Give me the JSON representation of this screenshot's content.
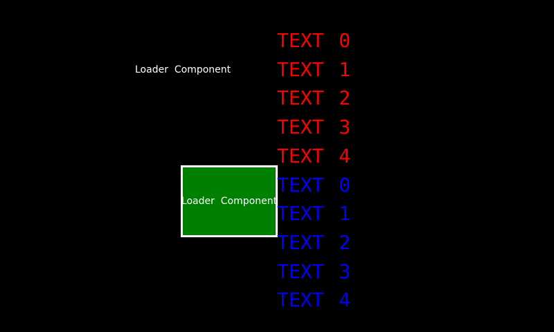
{
  "screen": {
    "background": "#000000"
  },
  "loader_label": {
    "text": "Loader  Component",
    "color": "#ffffff"
  },
  "loader_box": {
    "text": "Loader  Component",
    "fill": "#008000",
    "border_color": "#ffffff",
    "text_color": "#ffffff"
  },
  "text_list": {
    "items": [
      {
        "label": "TEXT 0",
        "color": "#ff0000"
      },
      {
        "label": "TEXT 1",
        "color": "#ff0000"
      },
      {
        "label": "TEXT 2",
        "color": "#ff0000"
      },
      {
        "label": "TEXT 3",
        "color": "#ff0000"
      },
      {
        "label": "TEXT 4",
        "color": "#ff0000"
      },
      {
        "label": "TEXT 0",
        "color": "#0000ff"
      },
      {
        "label": "TEXT 1",
        "color": "#0000ff"
      },
      {
        "label": "TEXT 2",
        "color": "#0000ff"
      },
      {
        "label": "TEXT 3",
        "color": "#0000ff"
      },
      {
        "label": "TEXT 4",
        "color": "#0000ff"
      }
    ]
  }
}
